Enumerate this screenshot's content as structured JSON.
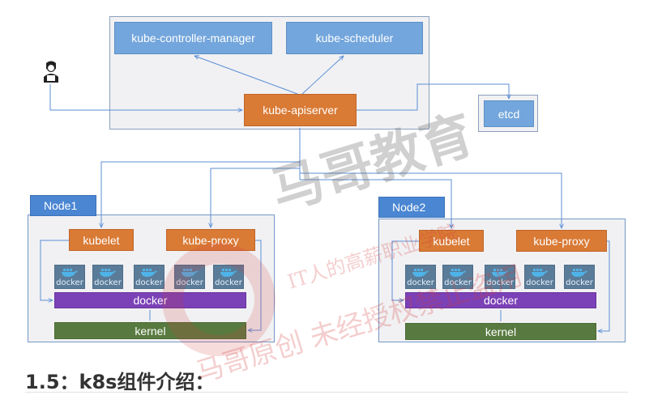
{
  "master": {
    "controller_manager": "kube-controller-manager",
    "scheduler": "kube-scheduler",
    "apiserver": "kube-apiserver"
  },
  "etcd": "etcd",
  "nodes": [
    {
      "name": "Node1",
      "kubelet": "kubelet",
      "kube_proxy": "kube-proxy",
      "docker": "docker",
      "kernel": "kernel",
      "containers": [
        "docker",
        "docker",
        "docker",
        "docker",
        "docker"
      ]
    },
    {
      "name": "Node2",
      "kubelet": "kubelet",
      "kube_proxy": "kube-proxy",
      "docker": "docker",
      "kernel": "kernel",
      "containers": [
        "docker",
        "docker",
        "docker",
        "docker",
        "docker"
      ]
    }
  ],
  "heading": "1.5：k8s组件介绍：",
  "watermark": {
    "brand": "马哥教育",
    "line1": "IT人的高薪职业学院",
    "line2": "马哥原创 未经授权禁止盗用"
  },
  "icons": {
    "user": "user-icon",
    "container": "docker-whale-icon"
  },
  "colors": {
    "blue_box": "#73a6dc",
    "orange_box": "#d97a35",
    "purple_bar": "#7b41b6",
    "green_bar": "#587a40",
    "node_tag": "#4a86d2",
    "connector": "#5b8fd6",
    "watermark": "#d23c3c"
  }
}
